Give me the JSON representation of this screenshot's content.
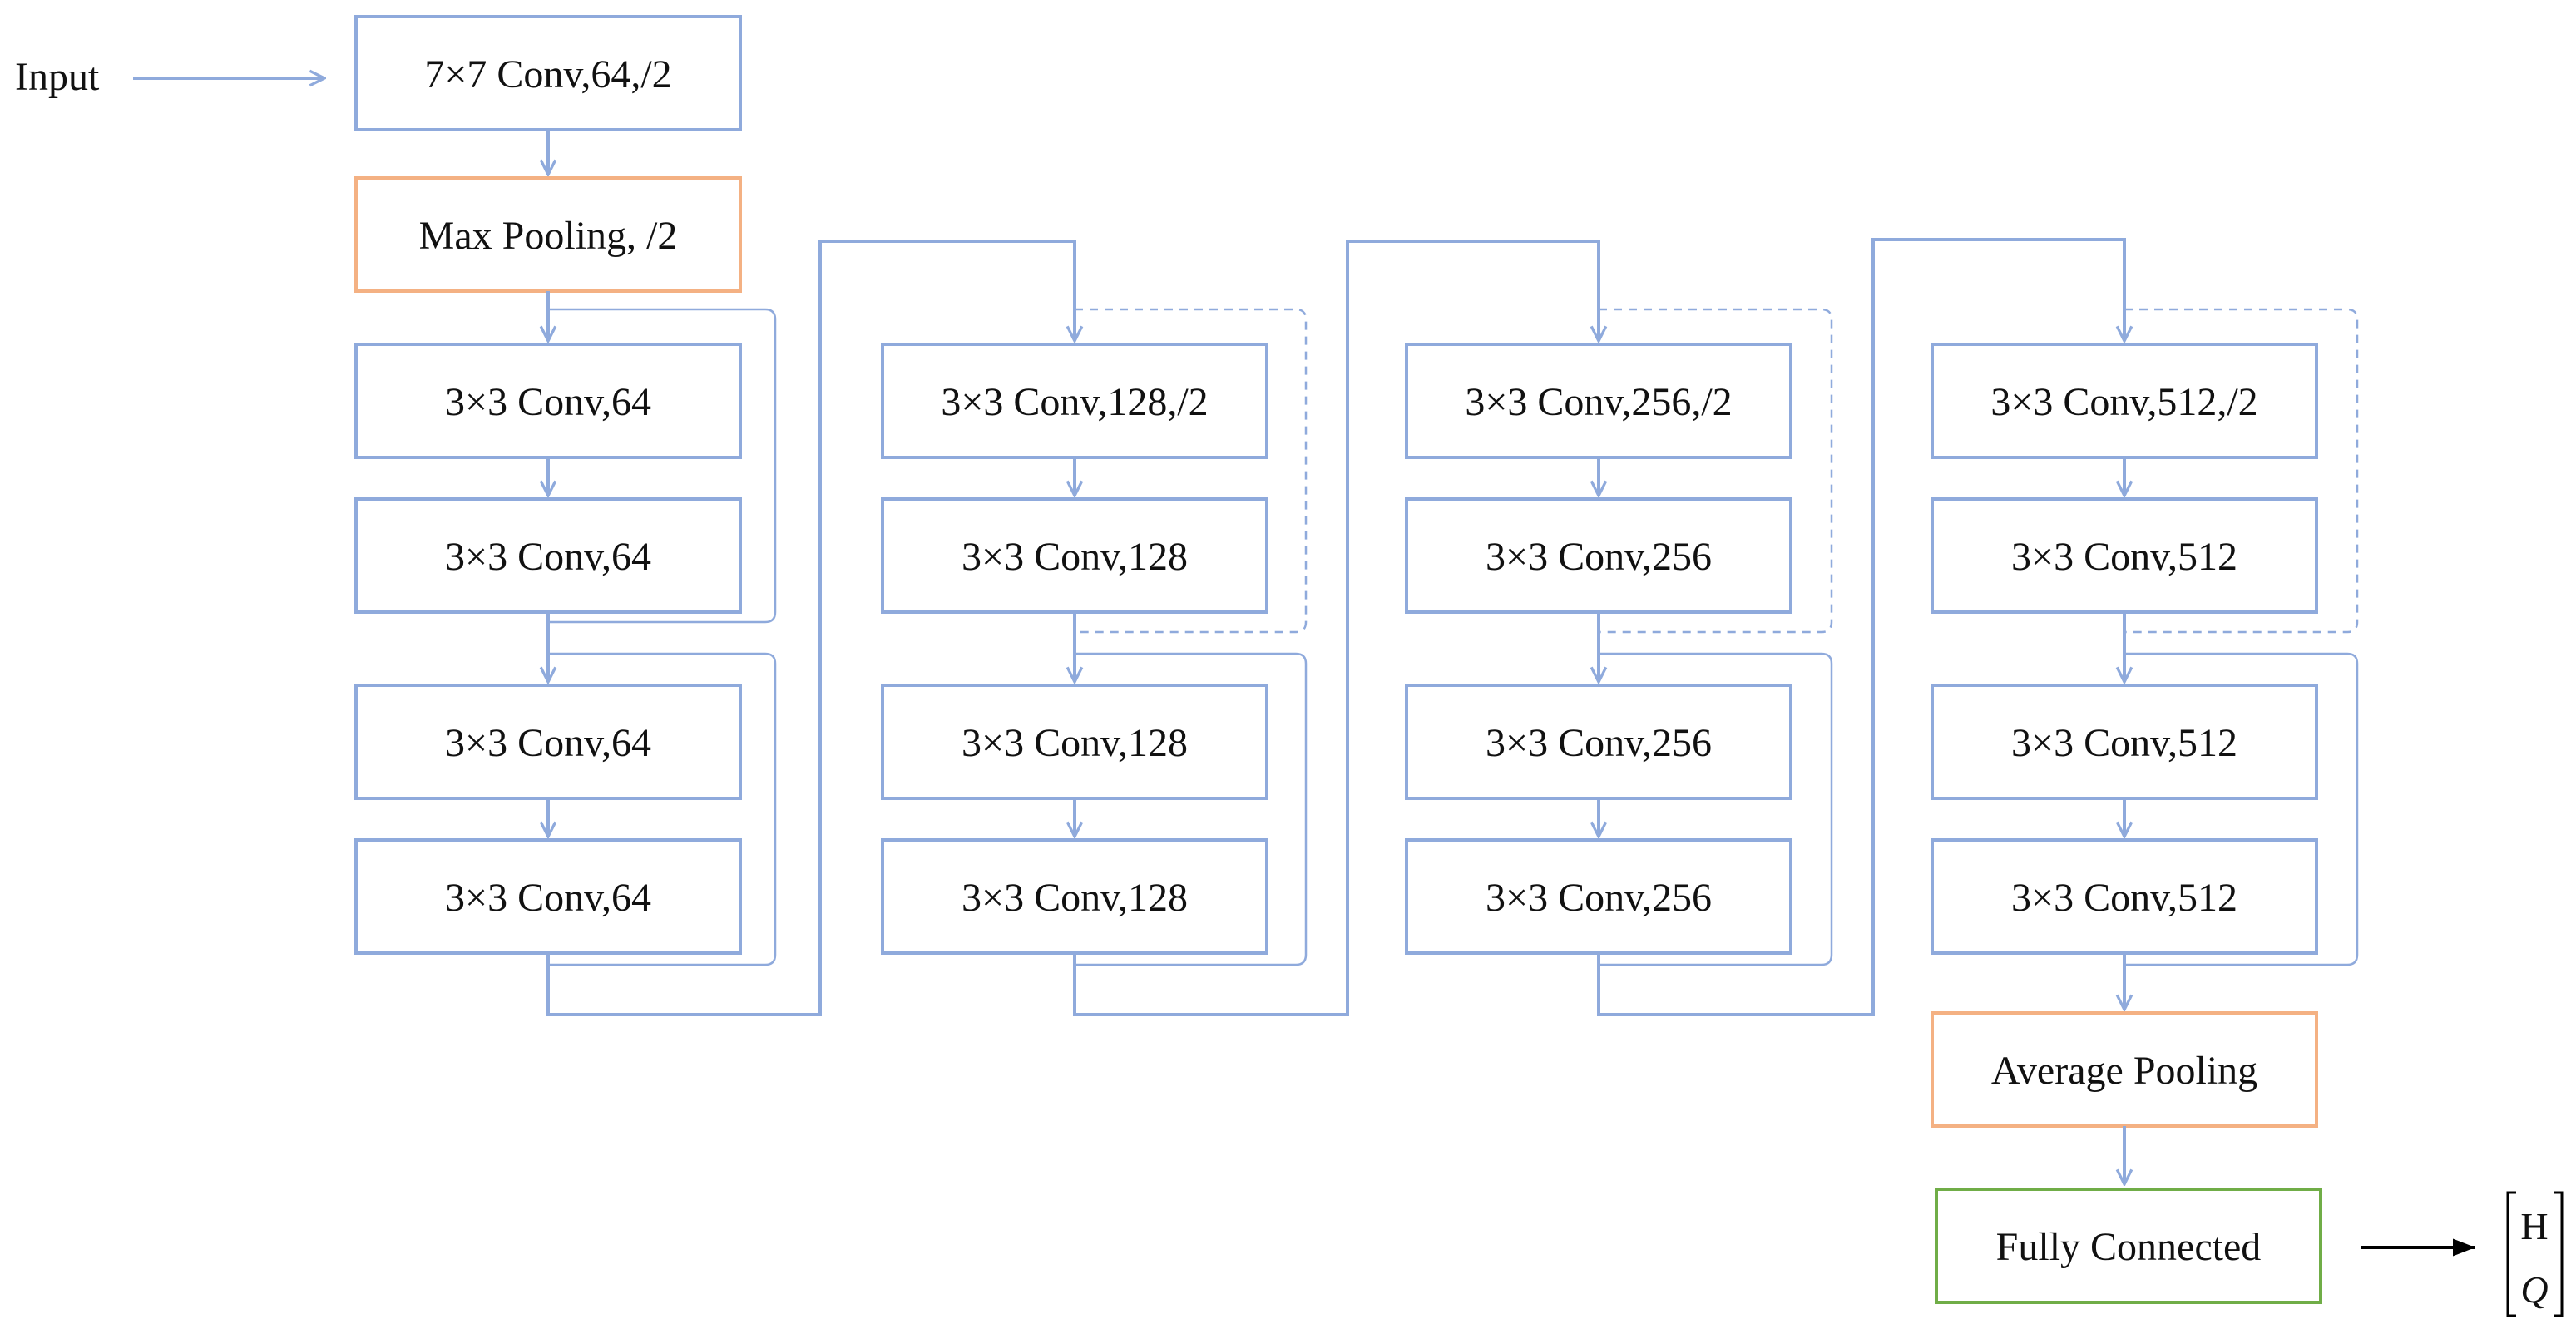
{
  "input_label": "Input",
  "layers": {
    "conv7": "7×7 Conv,64,/2",
    "maxpool": "Max Pooling, /2",
    "c64a": "3×3 Conv,64",
    "c64b": "3×3 Conv,64",
    "c64c": "3×3 Conv,64",
    "c64d": "3×3 Conv,64",
    "c128a": "3×3 Conv,128,/2",
    "c128b": "3×3 Conv,128",
    "c128c": "3×3 Conv,128",
    "c128d": "3×3 Conv,128",
    "c256a": "3×3 Conv,256,/2",
    "c256b": "3×3 Conv,256",
    "c256c": "3×3 Conv,256",
    "c256d": "3×3 Conv,256",
    "c512a": "3×3 Conv,512,/2",
    "c512b": "3×3 Conv,512",
    "c512c": "3×3 Conv,512",
    "c512d": "3×3 Conv,512",
    "avgpool": "Average Pooling",
    "fc": "Fully Connected"
  },
  "output": {
    "top": "H",
    "bottom": "Q"
  },
  "colors": {
    "conv_border": "#8faadc",
    "pool_border": "#f4b183",
    "fc_border": "#70ad47",
    "connector": "#8faadc",
    "output_arrow": "#000000"
  }
}
